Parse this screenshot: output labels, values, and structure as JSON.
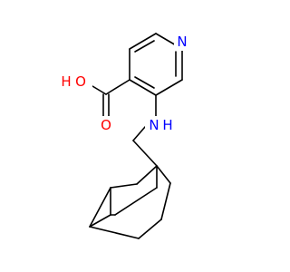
{
  "molecule": {
    "colors": {
      "background": "#ffffff",
      "bond": "#000000",
      "carbon": "#000000",
      "nitrogen": "#0000ff",
      "oxygen": "#ff0000"
    },
    "atoms": {
      "ring_n": "N",
      "amine_n": "N",
      "amine_h": "H",
      "carbonyl_o": "O",
      "hydroxyl_o": "O",
      "hydroxyl_h": "H"
    }
  }
}
